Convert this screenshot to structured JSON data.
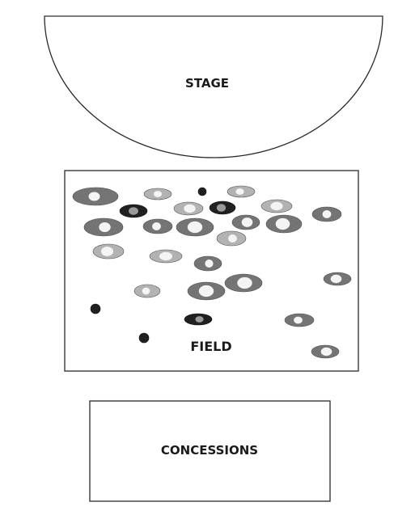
{
  "labels": {
    "stage": "STAGE",
    "field": "FIELD",
    "concessions": "CONCESSIONS"
  },
  "colors": {
    "line": "#2a2a2a",
    "background": "#ffffff",
    "blob_dark": "#111111",
    "blob_mid": "#6e6e6e",
    "blob_light": "#b4b4b4",
    "blob_center": "#f4f4f4"
  },
  "icons": {
    "crowd_marker": "crowd-blob-icon"
  }
}
